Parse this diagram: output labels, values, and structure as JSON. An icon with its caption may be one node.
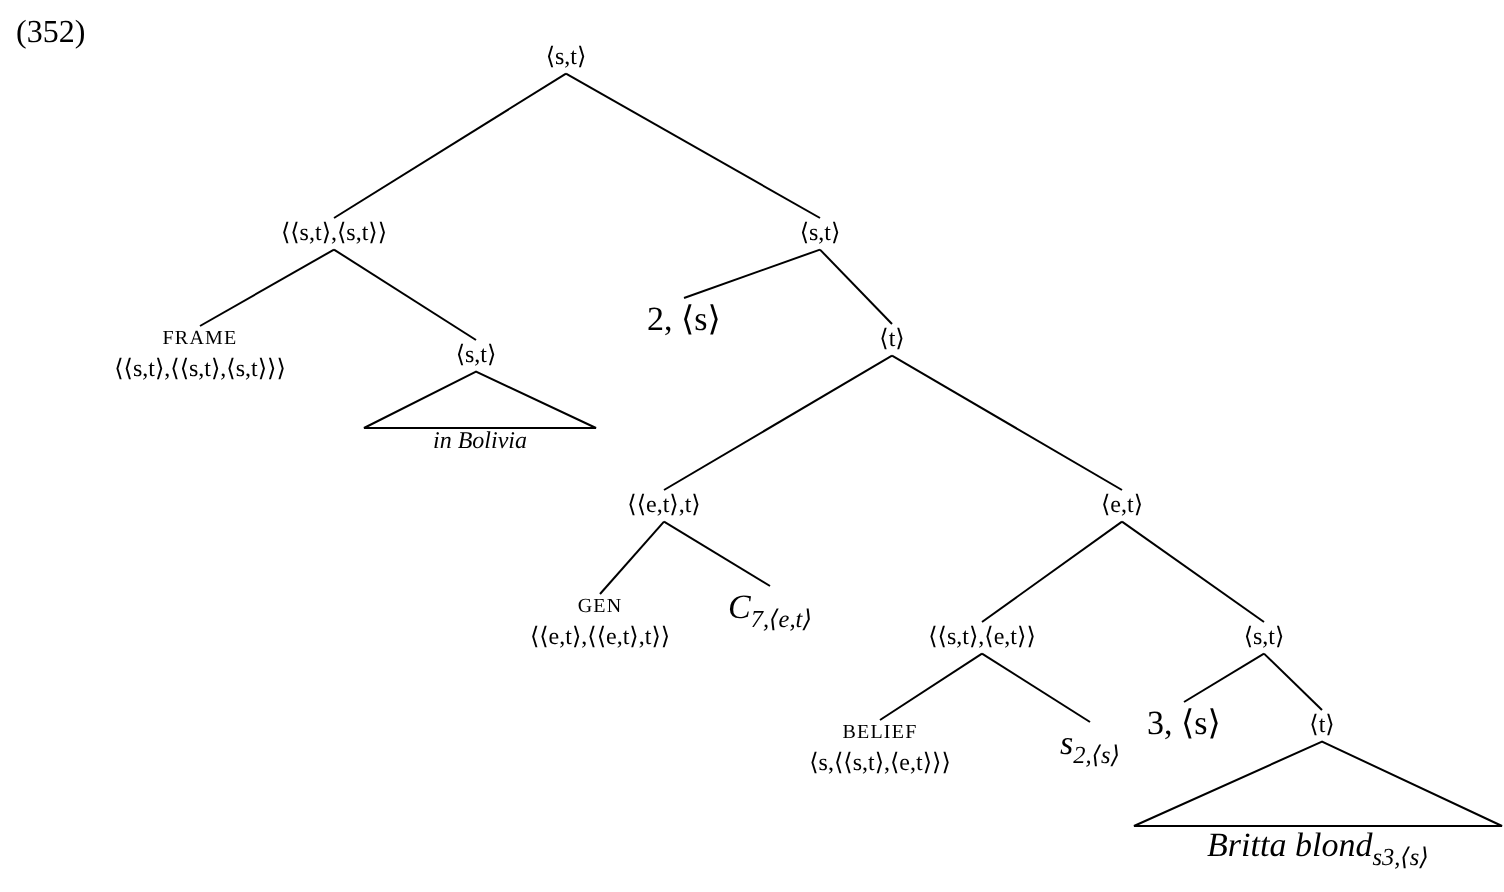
{
  "diagram": {
    "nodes": [
      {
        "text": [
          "⟨s,t⟩"
        ]
      },
      {
        "text": [
          "⟨⟨s,t⟩,⟨s,t⟩⟩"
        ]
      },
      {
        "text": [
          "⟨s,t⟩"
        ]
      },
      {
        "text": [
          "FRAME",
          "⟨⟨s,t⟩,⟨⟨s,t⟩,⟨s,t⟩⟩⟩"
        ]
      },
      {
        "text": [
          "⟨s,t⟩"
        ]
      },
      {
        "text": [
          "in Bolivia"
        ]
      },
      {
        "text": [
          "2, ⟨s⟩"
        ]
      },
      {
        "text": [
          "⟨t⟩"
        ]
      },
      {
        "text": [
          "⟨⟨e,t⟩,t⟩"
        ]
      },
      {
        "text": [
          "⟨e,t⟩"
        ]
      },
      {
        "text": [
          "GEN",
          "⟨⟨e,t⟩,⟨⟨e,t⟩,t⟩⟩"
        ]
      },
      {
        "text": [
          "C$_{7,⟨e,t⟩}$"
        ]
      },
      {
        "text": [
          "⟨⟨s,t⟩,⟨e,t⟩⟩"
        ]
      },
      {
        "text": [
          "⟨s,t⟩"
        ]
      },
      {
        "text": [
          "BELIEF",
          "⟨s,⟨⟨s,t⟩,⟨e,t⟩⟩⟩"
        ]
      },
      {
        "text": [
          "s$_{2,⟨s⟩}$"
        ]
      },
      {
        "text": [
          "3, ⟨s⟩"
        ]
      },
      {
        "text": [
          "⟨t⟩"
        ]
      },
      {
        "text": [
          "Britta blond$_{s}$$_{3,⟨s⟩}$"
        ]
      }
    ],
    "edges": [
      {
        "from": 0,
        "to": 1,
        "arrow": "none"
      },
      {
        "from": 0,
        "to": 2,
        "arrow": "none"
      },
      {
        "from": 1,
        "to": 3,
        "arrow": "none"
      },
      {
        "from": 1,
        "to": 4,
        "arrow": "none"
      },
      {
        "from": 4,
        "to": 5,
        "arrow": "none"
      },
      {
        "from": 2,
        "to": 6,
        "arrow": "none"
      },
      {
        "from": 2,
        "to": 7,
        "arrow": "none"
      },
      {
        "from": 7,
        "to": 8,
        "arrow": "none"
      },
      {
        "from": 7,
        "to": 9,
        "arrow": "none"
      },
      {
        "from": 8,
        "to": 10,
        "arrow": "none"
      },
      {
        "from": 8,
        "to": 11,
        "arrow": "none"
      },
      {
        "from": 9,
        "to": 12,
        "arrow": "none"
      },
      {
        "from": 9,
        "to": 13,
        "arrow": "none"
      },
      {
        "from": 12,
        "to": 14,
        "arrow": "none"
      },
      {
        "from": 12,
        "to": 15,
        "arrow": "none"
      },
      {
        "from": 13,
        "to": 16,
        "arrow": "none"
      },
      {
        "from": 13,
        "to": 17,
        "arrow": "none"
      },
      {
        "from": 17,
        "to": 18,
        "arrow": "none"
      }
    ],
    "labels": [
      "(352)"
    ]
  }
}
